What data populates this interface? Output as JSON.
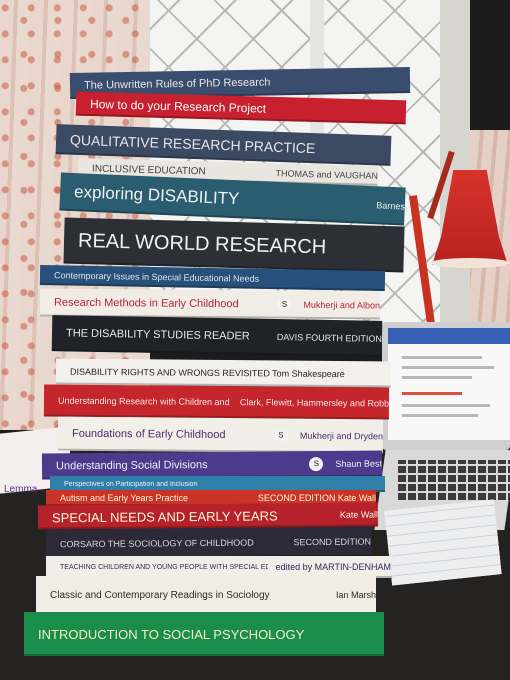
{
  "books": [
    {
      "title": "The Unwritten Rules of PhD Research",
      "author": "",
      "bg": "#3a4d6e",
      "fg": "#e8e8e8",
      "logo": false
    },
    {
      "title": "How to do your Research Project",
      "author": "",
      "bg": "#c8202e",
      "fg": "#ffffff",
      "logo": false
    },
    {
      "title": "QUALITATIVE RESEARCH PRACTICE",
      "author": "",
      "bg": "#3b4a63",
      "fg": "#e6e6e6",
      "logo": false
    },
    {
      "title": "INCLUSIVE EDUCATION",
      "author": "THOMAS and VAUGHAN",
      "bg": "#e9e6df",
      "fg": "#444444",
      "logo": false
    },
    {
      "title": "exploring DISABILITY",
      "author": "Barnes",
      "bg": "#2b5d70",
      "fg": "#f1f1f1",
      "logo": false
    },
    {
      "title": "REAL WORLD RESEARCH",
      "author": "",
      "bg": "#2c2f35",
      "fg": "#f1f1f1",
      "logo": false
    },
    {
      "title": "Contemporary Issues in Special Educational Needs",
      "author": "",
      "bg": "#27507a",
      "fg": "#e6e6e6",
      "logo": false
    },
    {
      "title": "Research Methods in Early Childhood",
      "author": "Mukherji and Albon",
      "bg": "#f1ece6",
      "fg": "#b2223b",
      "logo": true
    },
    {
      "title": "THE DISABILITY STUDIES READER",
      "author": "DAVIS FOURTH EDITION",
      "bg": "#1f2228",
      "fg": "#e8e8e8",
      "logo": false
    },
    {
      "title": "DISABILITY RIGHTS AND WRONGS REVISITED  Tom Shakespeare",
      "author": "",
      "bg": "#f3f1ed",
      "fg": "#222222",
      "logo": false
    },
    {
      "title": "Understanding Research with Children and Young People",
      "author": "Clark, Flewitt, Hammersley and Robb",
      "bg": "#c4262b",
      "fg": "#f7e8e8",
      "logo": false
    },
    {
      "title": "Foundations of Early Childhood",
      "author": "Mukherji and Dryden",
      "bg": "#f2efe9",
      "fg": "#4a2a6b",
      "logo": true
    },
    {
      "title": "Understanding Social Divisions",
      "author": "Shaun Best",
      "bg": "#4a3b8c",
      "fg": "#f1f1f1",
      "logo": true
    },
    {
      "title": "Perspectives on Participation and Inclusion",
      "author": "",
      "bg": "#2f7fa8",
      "fg": "#f1f1f1",
      "logo": false
    },
    {
      "title": "Autism and Early Years Practice",
      "author": "SECOND EDITION  Kate Wall",
      "bg": "#c93427",
      "fg": "#fff3dc",
      "logo": false
    },
    {
      "title": "SPECIAL NEEDS AND EARLY YEARS",
      "author": "Kate Wall",
      "bg": "#b5222b",
      "fg": "#fff6d9",
      "logo": false
    },
    {
      "title": "CORSARO   THE SOCIOLOGY OF CHILDHOOD",
      "author": "SECOND EDITION",
      "bg": "#2c2a38",
      "fg": "#d8d8d8",
      "logo": false
    },
    {
      "title": "TEACHING CHILDREN AND YOUNG PEOPLE WITH SPECIAL EDUCATIONAL NEEDS AND DISABILITIES",
      "author": "edited by MARTIN-DENHAM",
      "bg": "#f1eee8",
      "fg": "#2b2b5a",
      "logo": false
    },
    {
      "title": "Classic and Contemporary Readings in Sociology",
      "author": "Ian Marsh",
      "bg": "#f1ede4",
      "fg": "#2a2a2a",
      "logo": false
    },
    {
      "title": "INTRODUCTION TO SOCIAL PSYCHOLOGY",
      "author": "",
      "bg": "#1a8d4a",
      "fg": "#f6f1c7",
      "logo": false
    }
  ],
  "paper_note": "Lemma"
}
